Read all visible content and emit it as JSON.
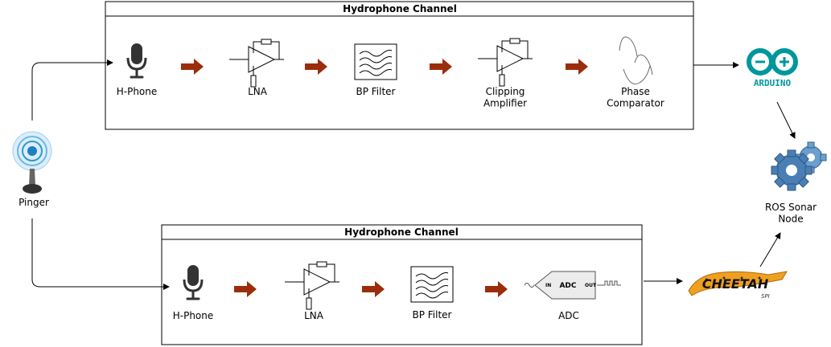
{
  "top_channel": {
    "title": "Hydrophone Channel",
    "stages": [
      "H-Phone",
      "LNA",
      "BP Filter",
      "Clipping\nAmplifier",
      "Phase\nComparator"
    ]
  },
  "bottom_channel": {
    "title": "Hydrophone Channel",
    "stages": [
      "H-Phone",
      "LNA",
      "BP Filter",
      "ADC"
    ]
  },
  "adc_block": {
    "in": "IN",
    "label": "ADC",
    "out": "OUT"
  },
  "pinger": {
    "label": "Pinger"
  },
  "arduino": {
    "logo_text": "ARDUINO"
  },
  "cheetah": {
    "logo_text": "CHEETAH",
    "sub": "SPI"
  },
  "ros_node": {
    "label": "ROS Sonar\nNode"
  },
  "colors": {
    "flow_arrow": "#9b2d0a",
    "arduino_teal": "#00979c",
    "gear_blue": "#4a7fb5",
    "pinger_blue": "#2a9ad6",
    "cheetah_orange": "#f0a020"
  }
}
